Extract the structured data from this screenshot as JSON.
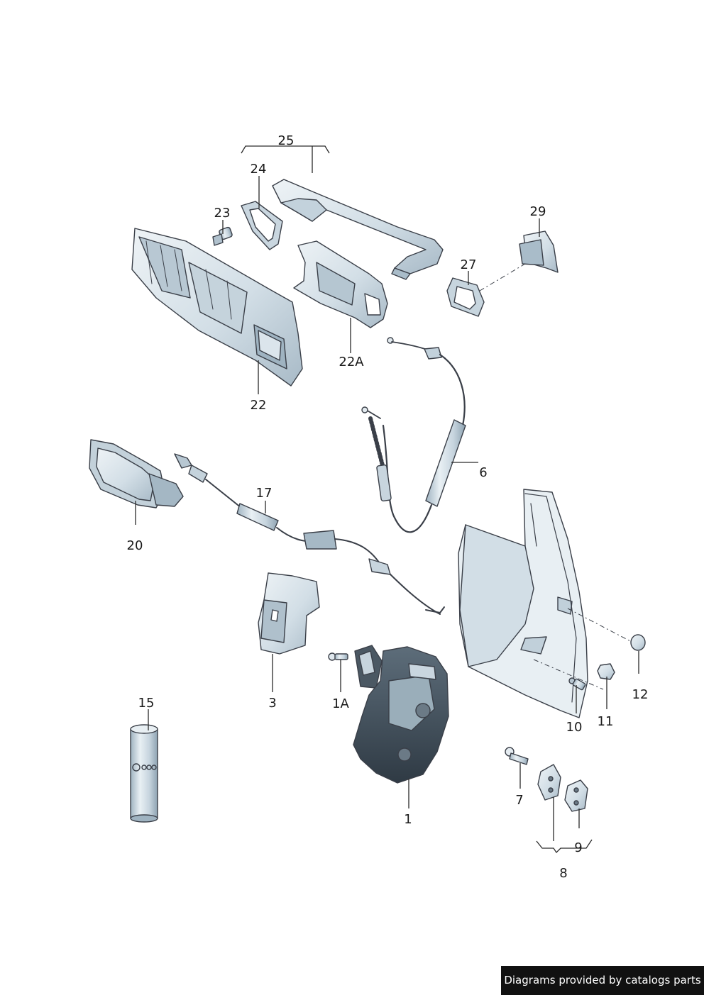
{
  "labels": {
    "l1": "1",
    "l1A": "1A",
    "l3": "3",
    "l6": "6",
    "l7": "7",
    "l8": "8",
    "l9": "9",
    "l10": "10",
    "l11": "11",
    "l12": "12",
    "l15": "15",
    "l17": "17",
    "l20": "20",
    "l22": "22",
    "l22A": "22A",
    "l23": "23",
    "l24": "24",
    "l25": "25",
    "l27": "27",
    "l29": "29"
  },
  "footer": {
    "text": "Diagrams provided by catalogs parts"
  },
  "colors": {
    "part_fill": "#dfe8ee",
    "part_shade": "#b9c9d4",
    "part_dark": "#8fa3b2",
    "outline": "#3a3f48",
    "footer_bg": "#111111"
  }
}
